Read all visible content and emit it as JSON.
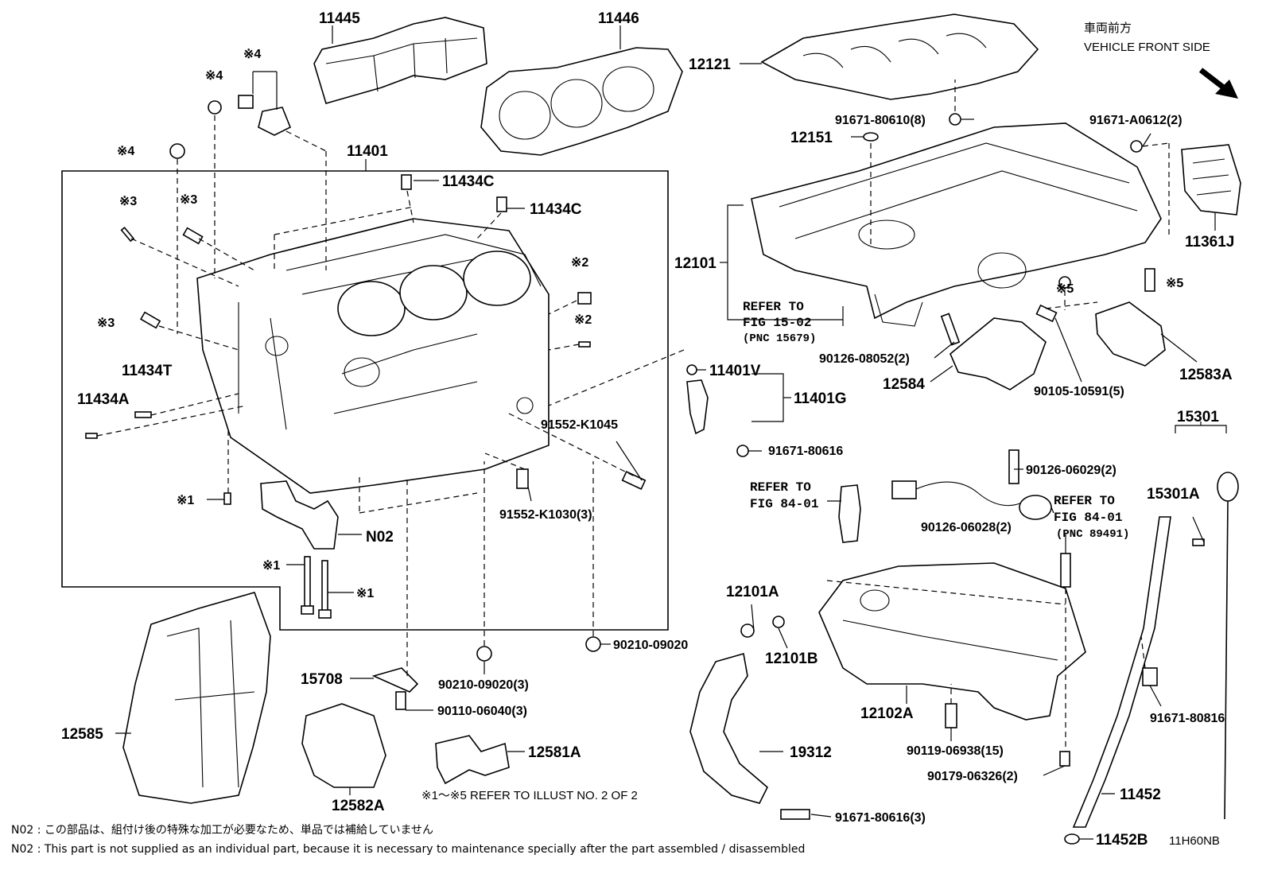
{
  "labels": {
    "p11445": "11445",
    "p11446": "11446",
    "p12121": "12121",
    "p11401": "11401",
    "p11434c_1": "11434C",
    "p11434c_2": "11434C",
    "p11434t": "11434T",
    "p11434a": "11434A",
    "p12151": "12151",
    "p12101": "12101",
    "p91671_80610": "91671-80610(8)",
    "p91671_a0612": "91671-A0612(2)",
    "p11361j": "11361J",
    "p90126_08052": "90126-08052(2)",
    "p12584": "12584",
    "p90105_10591": "90105-10591(5)",
    "p12583a": "12583A",
    "p11401v": "11401V",
    "p11401g": "11401G",
    "p91671_80616": "91671-80616",
    "p91552_k1045": "91552-K1045",
    "p91552_k1030": "91552-K1030(3)",
    "pN02": "N02",
    "p15301": "15301",
    "p15301a": "15301A",
    "p90126_06029": "90126-06029(2)",
    "p90126_06028": "90126-06028(2)",
    "p12101a": "12101A",
    "p12101b": "12101B",
    "p12102a": "12102A",
    "p90119_06938": "90119-06938(15)",
    "p90179_06326": "90179-06326(2)",
    "p91671_80816": "91671-80816",
    "p11452": "11452",
    "p11452b": "11452B",
    "p15708": "15708",
    "p90110_06040": "90110-06040(3)",
    "p90210_09020a": "90210-09020",
    "p90210_09020b": "90210-09020(3)",
    "p12585": "12585",
    "p12582a": "12582A",
    "p12581a": "12581A",
    "p19312": "19312",
    "p91671_80616_3": "91671-80616(3)"
  },
  "marks": {
    "m4a": "※4",
    "m4b": "※4",
    "m4c": "※4",
    "m3a": "※3",
    "m3b": "※3",
    "m3c": "※3",
    "m2a": "※2",
    "m2b": "※2",
    "m1a": "※1",
    "m1b": "※1",
    "m1c": "※1",
    "m5a": "※5",
    "m5b": "※5"
  },
  "refs": {
    "fig15_line1": "REFER TO",
    "fig15_line2": "FIG 15-02",
    "fig15_line3": "(PNC 15679)",
    "fig84a_line1": "REFER TO",
    "fig84a_line2": "FIG 84-01",
    "fig84b_line1": "REFER TO",
    "fig84b_line2": "FIG 84-01",
    "fig84b_line3": "(PNC 89491)"
  },
  "direction": {
    "jp": "車両前方",
    "en": "VEHICLE FRONT SIDE"
  },
  "illust_note": "※1～※5 REFER TO ILLUST NO. 2 OF 2",
  "footnote_jp": "N02 : この部品は、組付け後の特殊な加工が必要なため、単品では補給していません",
  "footnote_en": "N02 : This part is not supplied as an individual part, because it is necessary to maintenance specially after the part assembled / disassembled",
  "figure_code": "11H60NB"
}
